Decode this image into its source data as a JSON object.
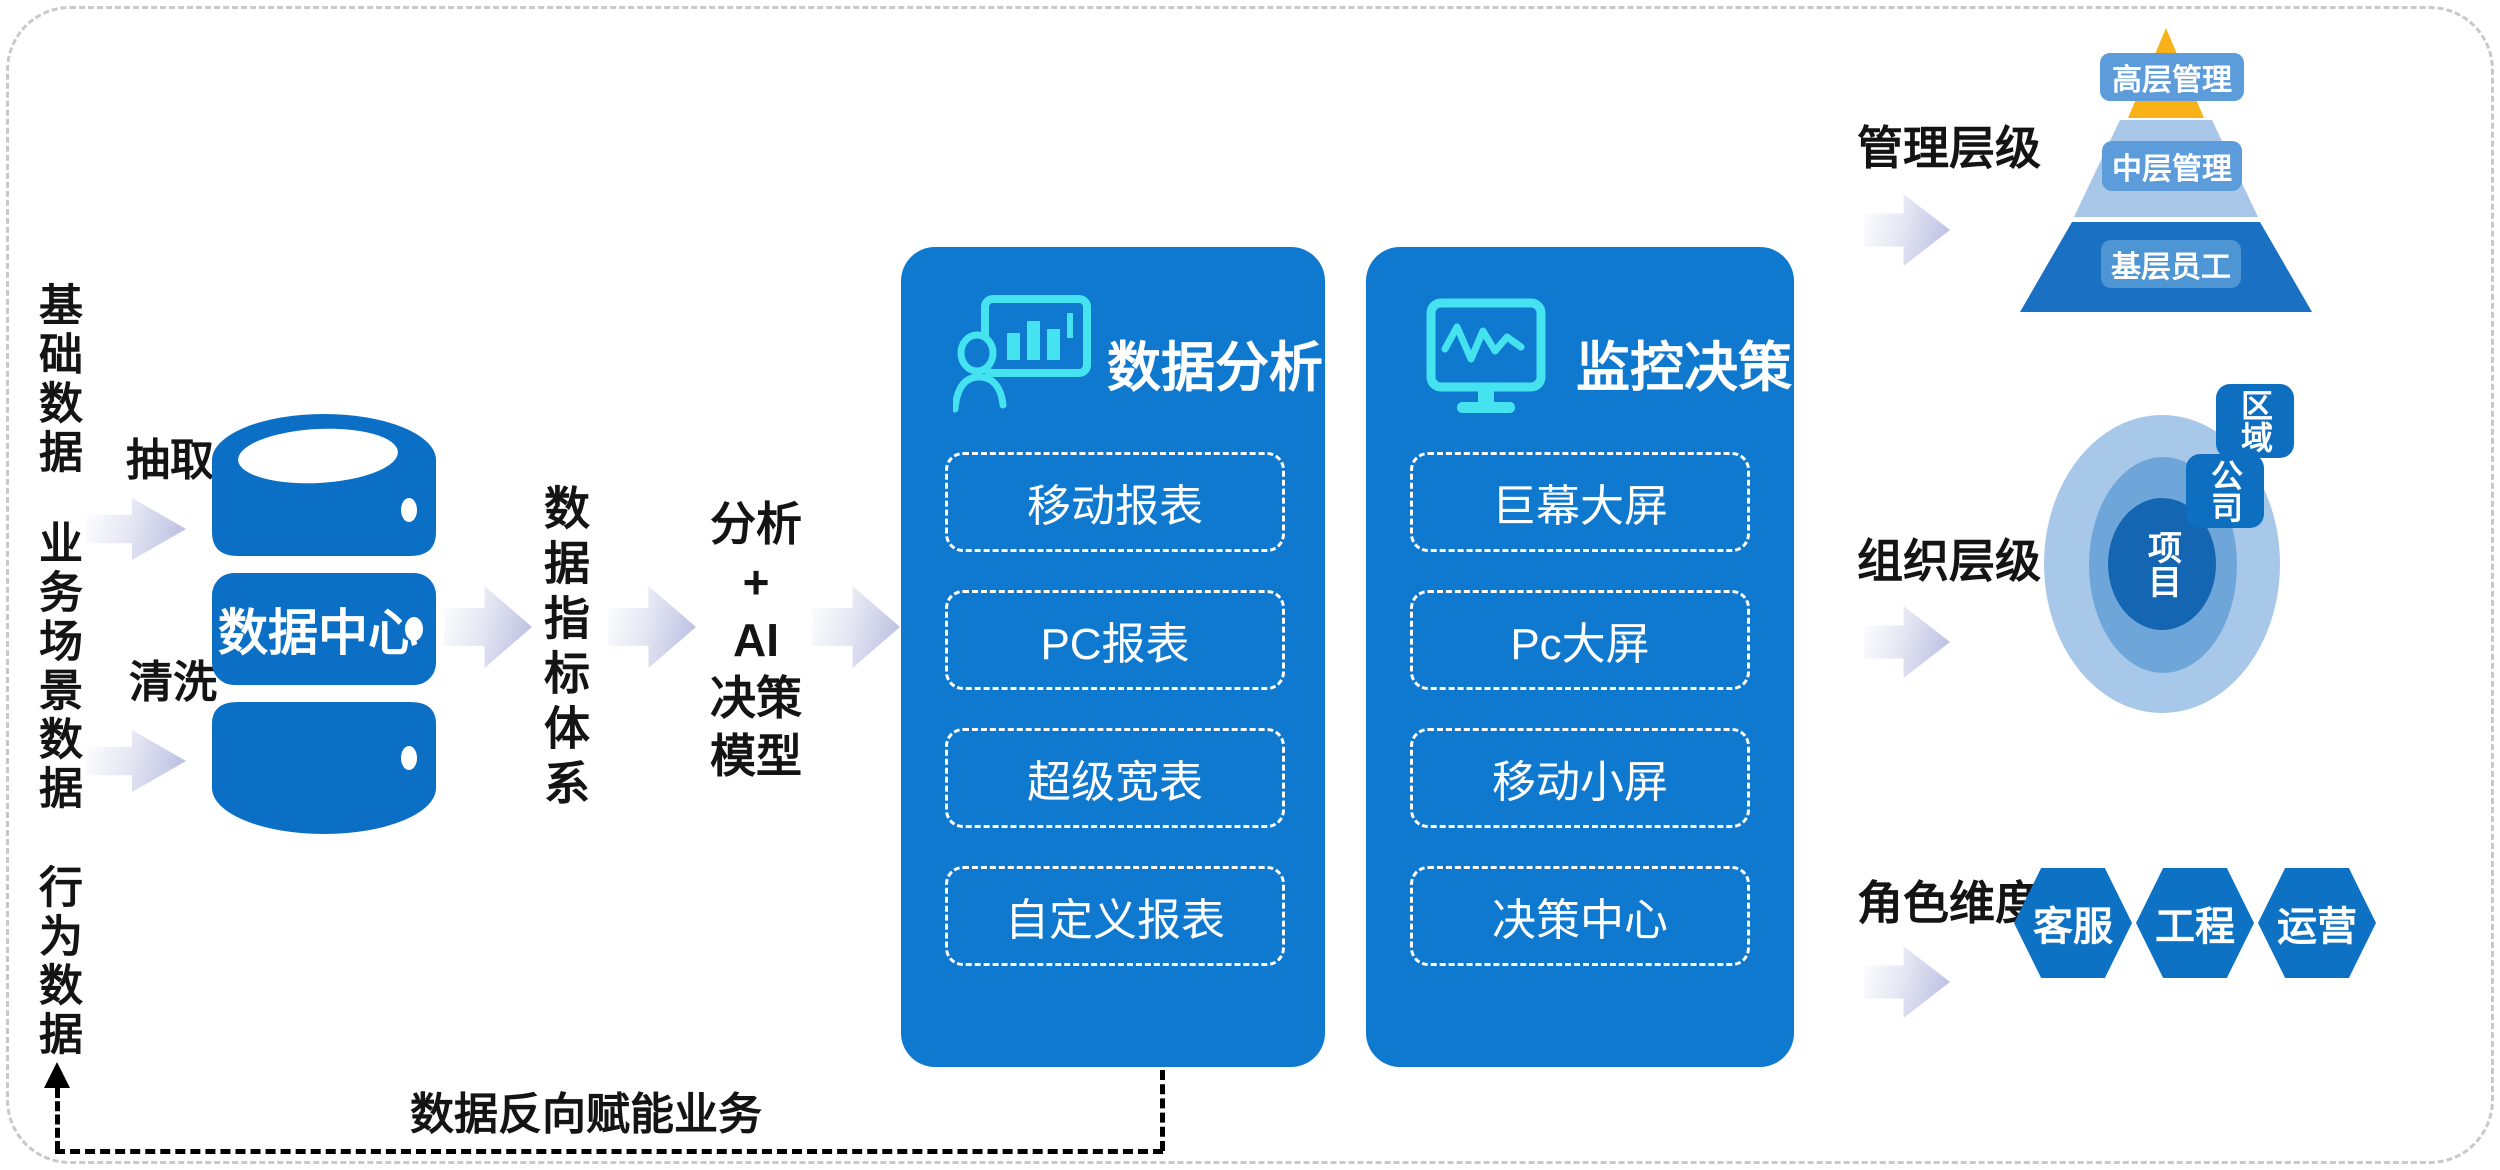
{
  "colors": {
    "panel_blue": "#0F79D0",
    "db_blue": "#0B6FC5",
    "tile_blue": "#0E6FC0",
    "hex_blue": "#0D72C4",
    "pyramid_yellow": "#F8B218",
    "pyramid_light_band": "#A8C6E8",
    "pyramid_dark_band": "#1A70C3",
    "pyramid_label_blue": "#5C9CDA",
    "pyramid_label_light_blue": "#4E96D3",
    "ring_outer": "#A8C8E9",
    "ring_mid": "#6FA6D9",
    "ring_inner": "#1466B2",
    "icon_cyan": "#45E2F0",
    "arrow_gradient_end": "#B5BADF"
  },
  "sources": {
    "items": [
      "基础数据",
      "业务场景数据",
      "行为数据"
    ]
  },
  "etl": {
    "extract_label": "抽取",
    "clean_label": "清洗"
  },
  "data_center": {
    "label": "数据中心"
  },
  "indicator": {
    "label": "数据指标体系"
  },
  "model": {
    "lines": [
      "分析",
      "+",
      "AI",
      "决策",
      "模型"
    ]
  },
  "panels": [
    {
      "title": "数据分析",
      "icon": "person-chart-icon",
      "items": [
        "移动报表",
        "PC报表",
        "超级宽表",
        "自定义报表"
      ]
    },
    {
      "title": "监控决策",
      "icon": "monitor-pulse-icon",
      "items": [
        "巨幕大屏",
        "Pc大屏",
        "移动小屏",
        "决策中心"
      ]
    }
  ],
  "management": {
    "label": "管理层级",
    "levels": [
      "高层管理",
      "中层管理",
      "基层员工"
    ]
  },
  "organization": {
    "label": "组织层级",
    "rings": [
      "区域",
      "公司",
      "项目"
    ]
  },
  "roles": {
    "label": "角色维度",
    "hexes": [
      "客服",
      "工程",
      "运营"
    ]
  },
  "feedback": {
    "label": "数据反向赋能业务"
  }
}
